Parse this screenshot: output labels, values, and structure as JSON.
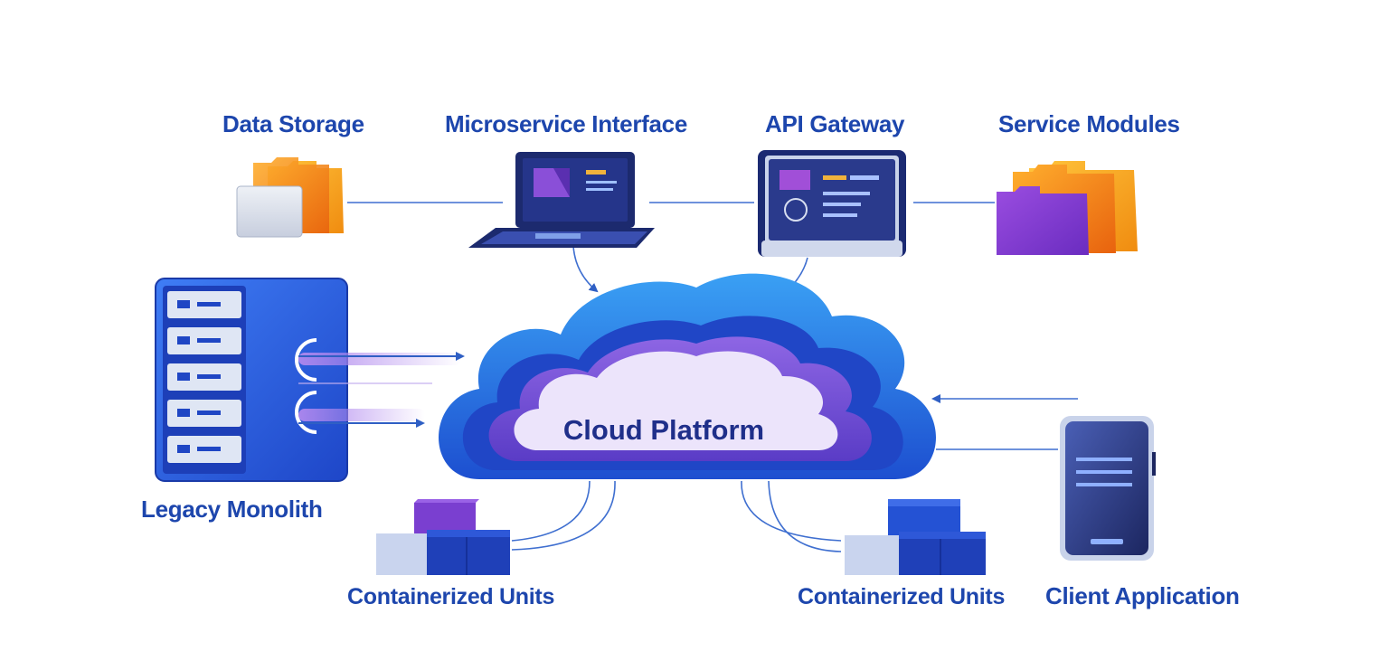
{
  "center": {
    "label": "Cloud Platform"
  },
  "nodes": {
    "data_storage": {
      "label": "Data Storage",
      "icon": "folder-stack-icon"
    },
    "microservice_interface": {
      "label": "Microservice Interface",
      "icon": "laptop-icon"
    },
    "api_gateway": {
      "label": "API Gateway",
      "icon": "dashboard-monitor-icon"
    },
    "service_modules": {
      "label": "Service Modules",
      "icon": "folder-stack-icon"
    },
    "legacy_monolith": {
      "label": "Legacy Monolith",
      "icon": "server-rack-icon"
    },
    "containerized_units_left": {
      "label": "Containerized Units",
      "icon": "container-blocks-icon"
    },
    "containerized_units_right": {
      "label": "Containerized Units",
      "icon": "container-blocks-icon"
    },
    "client_application": {
      "label": "Client Application",
      "icon": "smartphone-icon"
    }
  },
  "colors": {
    "label": "#1d46ad",
    "connector": "#3f6fd0",
    "cloud_outer": "#2b5fe0",
    "cloud_middle": "#6e4fd8",
    "cloud_inner": "#ece4fb",
    "folder_orange": "#f0a020",
    "purple": "#7a3fd0",
    "navy": "#1f2c7a"
  }
}
